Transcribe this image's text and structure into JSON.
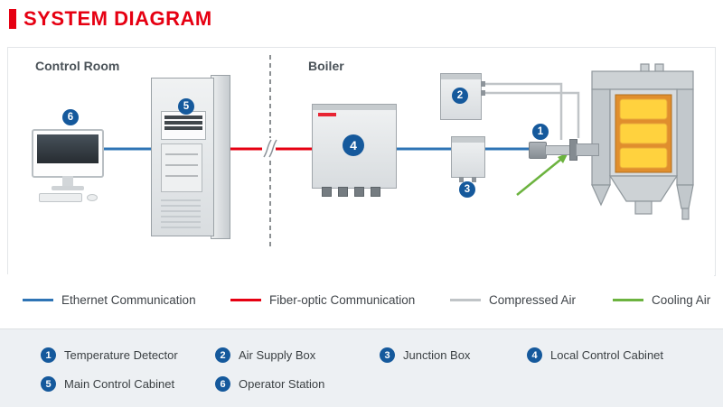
{
  "header": {
    "title": "SYSTEM DIAGRAM"
  },
  "diagram": {
    "regions": {
      "control_room": "Control Room",
      "boiler": "Boiler"
    }
  },
  "line_legend": {
    "items": [
      {
        "label": "Ethernet Communication"
      },
      {
        "label": "Fiber-optic Communication"
      },
      {
        "label": "Compressed Air"
      },
      {
        "label": "Cooling Air"
      }
    ]
  },
  "numbered_legend": {
    "items": [
      {
        "num": "1",
        "label": "Temperature Detector"
      },
      {
        "num": "2",
        "label": "Air Supply Box"
      },
      {
        "num": "3",
        "label": "Junction Box"
      },
      {
        "num": "4",
        "label": "Local Control Cabinet"
      },
      {
        "num": "5",
        "label": "Main Control Cabinet"
      },
      {
        "num": "6",
        "label": "Operator Station"
      }
    ]
  },
  "colors": {
    "accent-red": "#e60012",
    "ethernet-blue": "#2e74b5",
    "fiber-red": "#e60012",
    "air-gray": "#c0c4c7",
    "cooling-green": "#6cb33f",
    "badge-blue": "#15599c"
  }
}
